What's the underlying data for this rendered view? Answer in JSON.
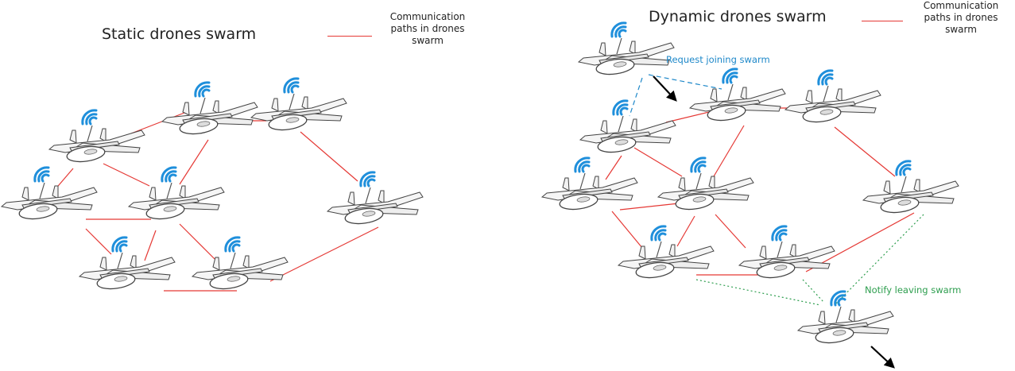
{
  "static_panel": {
    "title": "Static drones swarm",
    "legend_text": "Communication\npaths in drones\nswarm"
  },
  "dynamic_panel": {
    "title": "Dynamic drones swarm",
    "legend_text": "Communication\npaths in drones\nswarm",
    "annotation_join": "Request joining swarm",
    "annotation_leave": "Notify leaving swarm"
  },
  "colors": {
    "communication_path": "#e53935",
    "join_request": "#1e88c9",
    "leave_notify": "#2e9e4f",
    "signal": "#1f8fdb",
    "arrow": "#000000"
  },
  "icons": {
    "drone": "drone-icon",
    "signal": "wifi-signal-icon",
    "arrow": "movement-arrow-icon"
  }
}
